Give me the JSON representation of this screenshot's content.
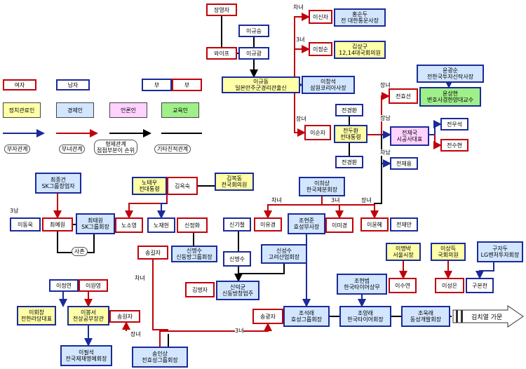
{
  "colors": {
    "male_border": "#1a2a9a",
    "female_border": "#c0000a",
    "politics": "#ffffa8",
    "economy": "#d2e6ff",
    "media": "#ffd2ff",
    "education": "#a0f08a"
  },
  "legend": {
    "female": "여자",
    "male": "남자",
    "couple_man": "부",
    "couple_woman": "부",
    "politics": "정치관료인",
    "economy": "경제인",
    "media": "언론인",
    "education": "교육인",
    "father_son": "부자관계",
    "father_daughter": "부녀관계",
    "siblings": "형제관계\n점점부분이 손위",
    "other_relative": "기타친적관계"
  },
  "nodes": [
    {
      "id": "jang",
      "lines": [
        "장영자"
      ]
    },
    {
      "id": "wife",
      "lines": [
        "와이프"
      ]
    },
    {
      "id": "lkseung",
      "lines": [
        "이규승"
      ]
    },
    {
      "id": "lkkwang",
      "lines": [
        "이규광"
      ]
    },
    {
      "id": "lkdong",
      "lines": [
        "이규동",
        "일본만주군경리관출신"
      ]
    },
    {
      "id": "lsin",
      "lines": [
        "이신자"
      ]
    },
    {
      "id": "hong",
      "lines": [
        "홍순두",
        "전 대한통운사장"
      ]
    },
    {
      "id": "ljs",
      "lines": [
        "이정순"
      ]
    },
    {
      "id": "kim_sang",
      "lines": [
        "김상구",
        "12,14대국회의원"
      ]
    },
    {
      "id": "lcs",
      "lines": [
        "이창석",
        "삼원코리아사장"
      ]
    },
    {
      "id": "jjh",
      "lines": [
        "전경환"
      ]
    },
    {
      "id": "lsj",
      "lines": [
        "이순자"
      ]
    },
    {
      "id": "jdh",
      "lines": [
        "전두환",
        "전대통령"
      ]
    },
    {
      "id": "jkh2",
      "lines": [
        "전경환"
      ]
    },
    {
      "id": "yun_kwang",
      "lines": [
        "윤광순",
        "전한국투자신탁사장"
      ]
    },
    {
      "id": "jhs",
      "lines": [
        "전효선"
      ]
    },
    {
      "id": "ysh",
      "lines": [
        "윤상현",
        "변호사겸한양대교수"
      ]
    },
    {
      "id": "jjk",
      "lines": [
        "전재국",
        "시공사대표"
      ]
    },
    {
      "id": "jwc",
      "lines": [
        "전우석"
      ]
    },
    {
      "id": "jsh",
      "lines": [
        "전수현"
      ]
    },
    {
      "id": "jjy",
      "lines": [
        "전재용"
      ]
    },
    {
      "id": "cjg",
      "lines": [
        "최종건",
        "SK그룹창업자"
      ]
    },
    {
      "id": "ntw",
      "lines": [
        "노태우",
        "전대통령"
      ]
    },
    {
      "id": "kok",
      "lines": [
        "김옥숙"
      ]
    },
    {
      "id": "kbd",
      "lines": [
        "김복동",
        "전국회의원"
      ]
    },
    {
      "id": "lhs",
      "lines": [
        "이희상",
        "한국제분회장"
      ]
    },
    {
      "id": "ldw",
      "lines": [
        "이동욱"
      ]
    },
    {
      "id": "cyw",
      "lines": [
        "최예원"
      ]
    },
    {
      "id": "ctw",
      "lines": [
        "최태원",
        "SK그룹회장"
      ]
    },
    {
      "id": "nsy",
      "lines": [
        "노소영"
      ]
    },
    {
      "id": "njh",
      "lines": [
        "노재헌"
      ]
    },
    {
      "id": "sjh",
      "lines": [
        "신정화"
      ]
    },
    {
      "id": "skc",
      "lines": [
        "신기철"
      ]
    },
    {
      "id": "lyk",
      "lines": [
        "이유경"
      ]
    },
    {
      "id": "chj",
      "lines": [
        "조현준",
        "효성부사장"
      ]
    },
    {
      "id": "lmk",
      "lines": [
        "이미경"
      ]
    },
    {
      "id": "lyh",
      "lines": [
        "이윤혜"
      ]
    },
    {
      "id": "jjm",
      "lines": [
        "전재만"
      ]
    },
    {
      "id": "sgj",
      "lines": [
        "송길자"
      ]
    },
    {
      "id": "sms",
      "lines": [
        "신명수",
        "신동방그룹회장"
      ]
    },
    {
      "id": "sms2",
      "lines": [
        "신명수"
      ]
    },
    {
      "id": "sss",
      "lines": [
        "신성수",
        "고려산업회장"
      ]
    },
    {
      "id": "lmb",
      "lines": [
        "이명박",
        "서울시장"
      ]
    },
    {
      "id": "lsd",
      "lines": [
        "이상득",
        "국회의원"
      ]
    },
    {
      "id": "kjd",
      "lines": [
        "구자두",
        "LG벤처투자회장"
      ]
    },
    {
      "id": "ljy",
      "lines": [
        "이정연"
      ]
    },
    {
      "id": "lwy",
      "lines": [
        "이원영"
      ]
    },
    {
      "id": "kmj",
      "lines": [
        "김명자"
      ]
    },
    {
      "id": "sdg",
      "lines": [
        "신덕균",
        "신동방창업주"
      ]
    },
    {
      "id": "chb",
      "lines": [
        "조현범",
        "한국타이어상무"
      ]
    },
    {
      "id": "lsy",
      "lines": [
        "이수연"
      ]
    },
    {
      "id": "lse",
      "lines": [
        "이성은"
      ]
    },
    {
      "id": "kbc",
      "lines": [
        "구본천"
      ]
    },
    {
      "id": "lhc",
      "lines": [
        "이회창",
        "전한라당대표"
      ]
    },
    {
      "id": "lbs",
      "lines": [
        "이봉서",
        "전상공부장관"
      ]
    },
    {
      "id": "swj",
      "lines": [
        "송원자"
      ]
    },
    {
      "id": "skj",
      "lines": [
        "송광자"
      ]
    },
    {
      "id": "csr",
      "lines": [
        "조석래",
        "효성그룹회장"
      ]
    },
    {
      "id": "cyr",
      "lines": [
        "조양래",
        "한국타이어회장"
      ]
    },
    {
      "id": "csr2",
      "lines": [
        "조욱래",
        "동성개발회장"
      ]
    },
    {
      "id": "lps",
      "lines": [
        "이필석",
        "전국제재명예회장"
      ]
    },
    {
      "id": "sis",
      "lines": [
        "송인상",
        "전효성그룹회장"
      ]
    }
  ],
  "labels": {
    "son3": "3남",
    "second_daughter": "차녀",
    "daughter3": "3녀",
    "eldest_daughter": "장녀",
    "eldest_son": "장남",
    "ch_son": "차남",
    "sacheon": "사촌",
    "kimchi_arrow": "김치열 가문"
  },
  "kin_labels": [
    {
      "id": "k_sin",
      "text": "차녀"
    },
    {
      "id": "k_jeong",
      "text": "3녀"
    },
    {
      "id": "k_lsj",
      "text": "장녀"
    },
    {
      "id": "k_jhs",
      "text": "장녀"
    },
    {
      "id": "k_jjk",
      "text": "장남"
    },
    {
      "id": "k_jjy",
      "text": "차남"
    },
    {
      "id": "k_ldw",
      "text": "3남"
    },
    {
      "id": "k_lhs1",
      "text": "차녀"
    },
    {
      "id": "k_lhs2",
      "text": "3녀"
    },
    {
      "id": "k_lhs3",
      "text": "장녀"
    },
    {
      "id": "k_sgj",
      "text": "차녀"
    },
    {
      "id": "k_sis",
      "text": "장녀"
    },
    {
      "id": "k_skj",
      "text": "3녀"
    },
    {
      "id": "k_sachon",
      "text": "사촌"
    }
  ]
}
